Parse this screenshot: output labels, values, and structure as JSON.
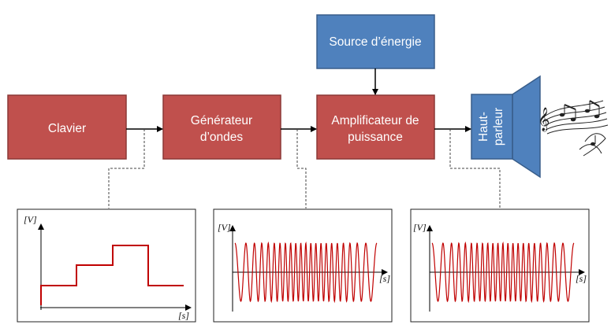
{
  "blocks": {
    "keyboard": "Clavier",
    "generator": [
      "Générateur",
      "d’ondes"
    ],
    "amplifier": [
      "Amplificateur de",
      "puissance"
    ],
    "power_source": "Source d’énergie",
    "speaker": [
      "Haut-",
      "parleur"
    ]
  },
  "colors": {
    "block_red": "#c0504d",
    "block_red_border": "#8c3836",
    "block_blue": "#4f81bd",
    "block_blue_border": "#385d8a",
    "signal": "#c00000"
  },
  "graphs": [
    {
      "id": "keyboard-output",
      "ylabel": "[V]",
      "xlabel": "[s]",
      "signal": "staircase"
    },
    {
      "id": "generator-output",
      "ylabel": "[V]",
      "xlabel": "[s]",
      "signal": "chirp-small"
    },
    {
      "id": "amplifier-output",
      "ylabel": "[V]",
      "xlabel": "[s]",
      "signal": "chirp-large"
    }
  ],
  "icons": {
    "music": "music-notes-icon",
    "speaker": "speaker-icon"
  }
}
